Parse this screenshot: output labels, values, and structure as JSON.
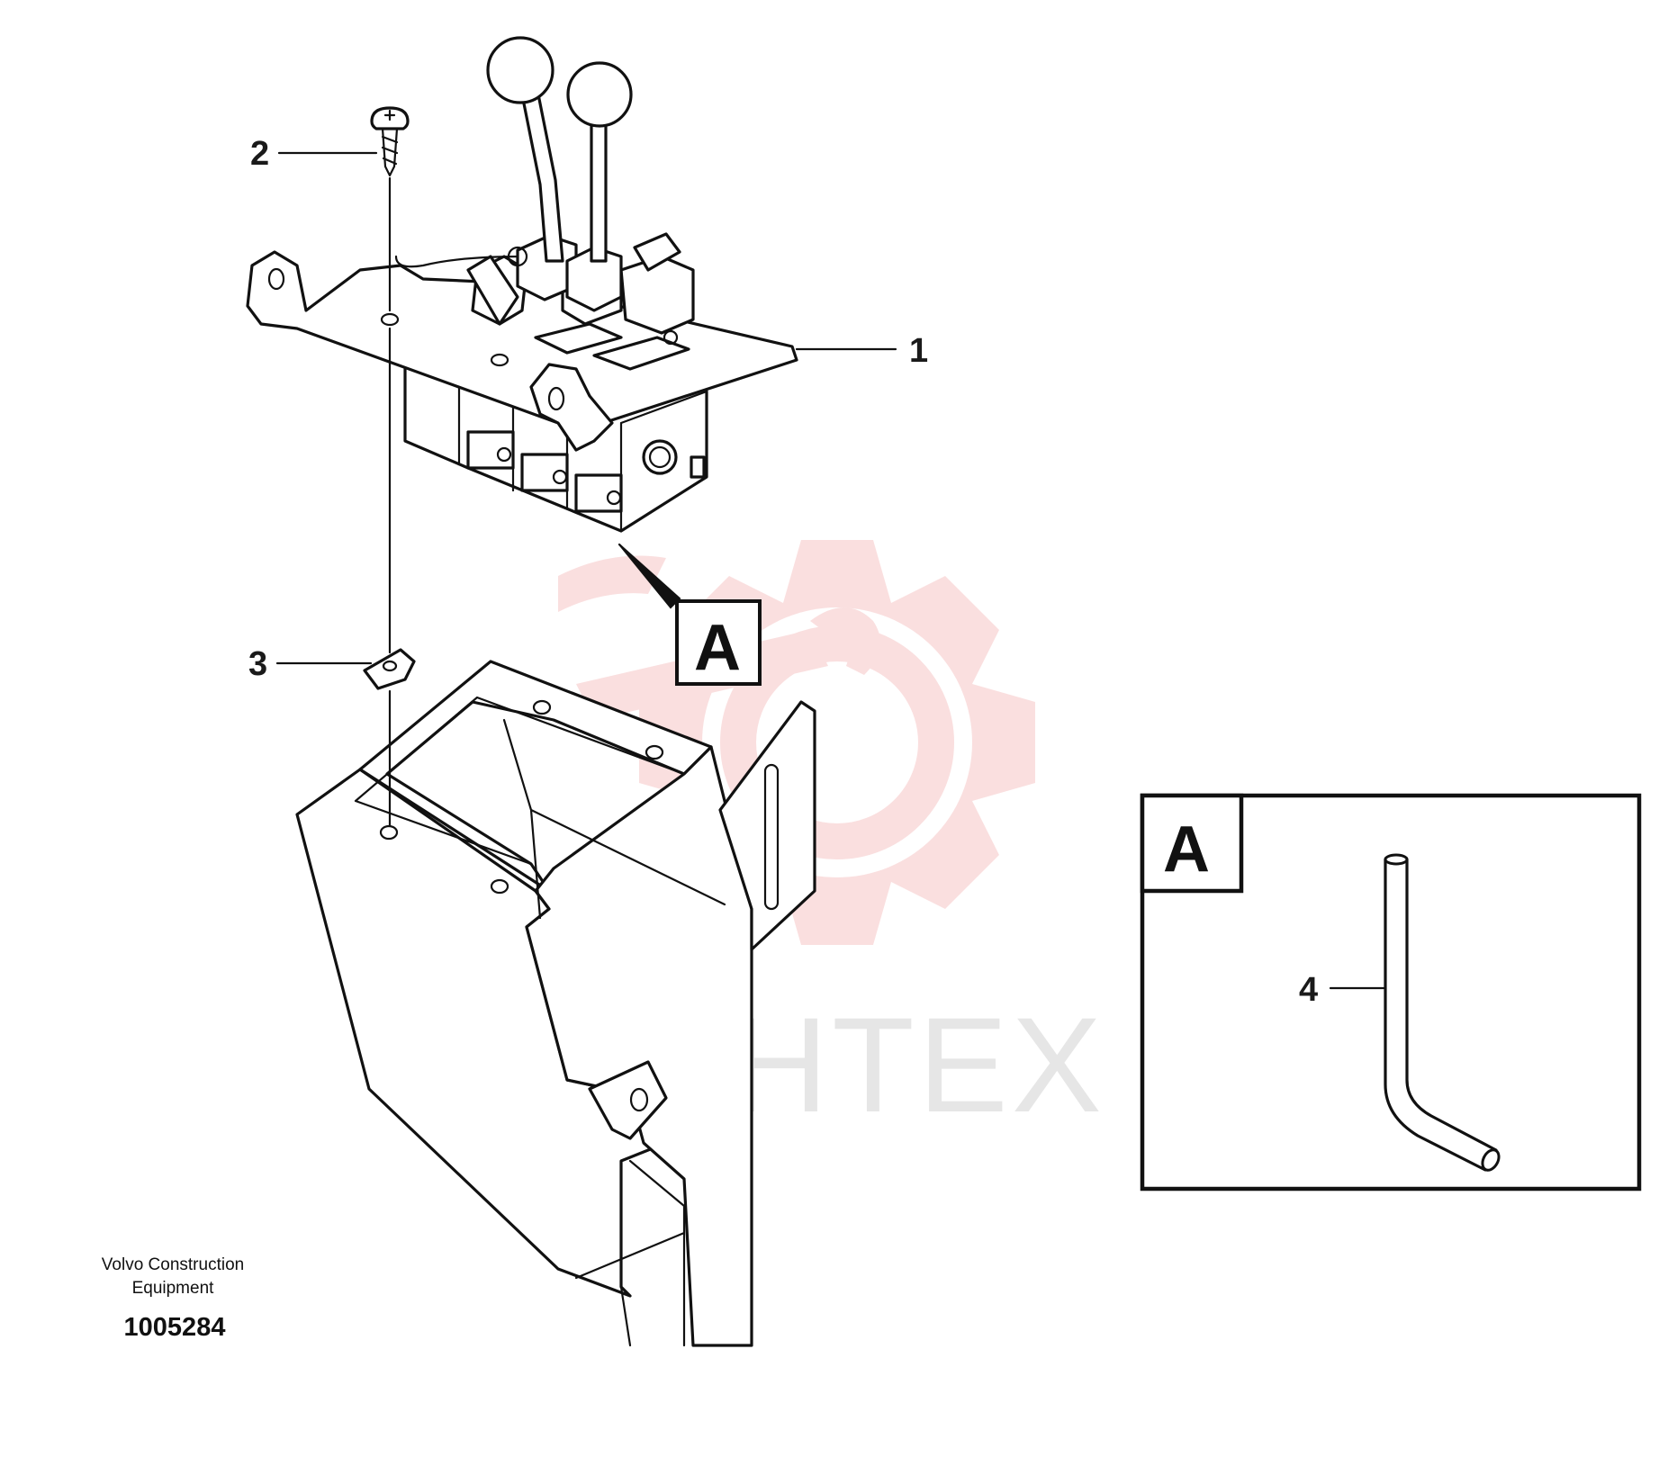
{
  "diagram": {
    "callouts": {
      "c1": "1",
      "c2": "2",
      "c3": "3",
      "c4": "4"
    },
    "view_ref": "A",
    "detail_box_label": "A",
    "maker_line1": "Volvo Construction",
    "maker_line2": "Equipment",
    "part_number": "1005284",
    "watermark_text": "ИНТЕХ"
  },
  "colors": {
    "line": "#111111",
    "watermark_gear": "#f4b8b8",
    "watermark_text": "#c8c8c8"
  }
}
